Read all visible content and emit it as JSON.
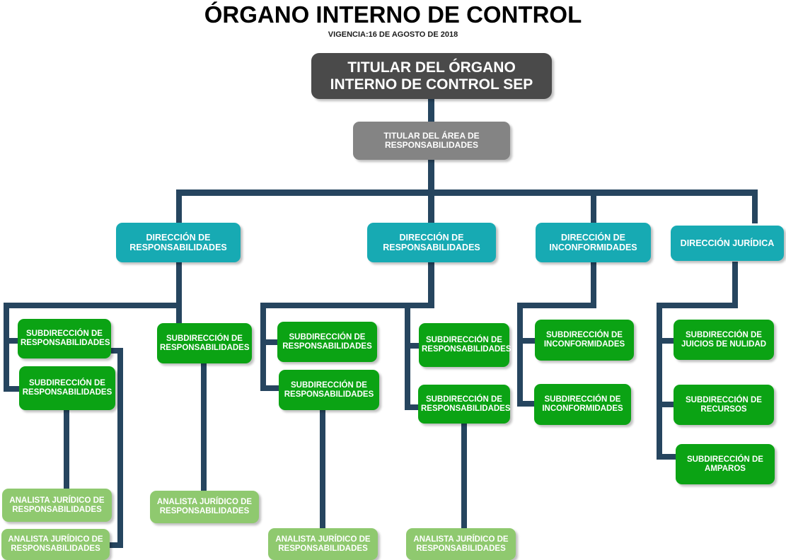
{
  "header": {
    "title": "ÓRGANO INTERNO DE CONTROL",
    "subtitle": "VIGENCIA:16 DE AGOSTO DE 2018"
  },
  "colors": {
    "root": "#4a4a4a",
    "titular": "#848484",
    "direccion": "#17aab3",
    "subdireccion": "#0ba314",
    "analista": "#8fc96f",
    "connector": "#26455f",
    "background": "#ffffff"
  },
  "nodes": {
    "root": {
      "line1": "TITULAR DEL ÓRGANO",
      "line2": "INTERNO DE CONTROL SEP"
    },
    "titular_area": {
      "line1": "TITULAR DEL ÁREA DE",
      "line2": "RESPONSABILIDADES"
    },
    "direcciones": [
      {
        "line1": "DIRECCIÓN DE",
        "line2": "RESPONSABILIDADES"
      },
      {
        "line1": "DIRECCIÓN DE",
        "line2": "RESPONSABILIDADES"
      },
      {
        "line1": "DIRECCIÓN DE",
        "line2": "INCONFORMIDADES"
      },
      {
        "line1": "DIRECCIÓN JURÍDICA",
        "line2": ""
      }
    ],
    "subdirecciones": [
      {
        "line1": "SUBDIRECCIÓN DE",
        "line2": "RESPONSABILIDADES"
      },
      {
        "line1": "SUBDIRECCIÓN DE",
        "line2": "RESPONSABILIDADES"
      },
      {
        "line1": "SUBDIRECCIÓN DE",
        "line2": "RESPONSABILIDADES"
      },
      {
        "line1": "SUBDIRECCIÓN DE",
        "line2": "RESPONSABILIDADES"
      },
      {
        "line1": "SUBDIRECCIÓN DE",
        "line2": "RESPONSABILIDADES"
      },
      {
        "line1": "SUBDIRECCIÓN DE",
        "line2": "RESPONSABILIDADES"
      },
      {
        "line1": "SUBDIRECCIÓN DE",
        "line2": "RESPONSABILIDADES"
      },
      {
        "line1": "SUBDIRECCIÓN DE",
        "line2": "INCONFORMIDADES"
      },
      {
        "line1": "SUBDIRECCIÓN DE",
        "line2": "INCONFORMIDADES"
      },
      {
        "line1": "SUBDIRECCIÓN DE",
        "line2": "JUICIOS DE NULIDAD"
      },
      {
        "line1": "SUBDIRECCIÓN DE",
        "line2": "RECURSOS"
      },
      {
        "line1": "SUBDIRECCIÓN DE",
        "line2": "AMPAROS"
      }
    ],
    "analistas": [
      {
        "line1": "ANALISTA JURÍDICO DE",
        "line2": "RESPONSABILIDADES"
      },
      {
        "line1": "ANALISTA JURÍDICO DE",
        "line2": "RESPONSABILIDADES"
      },
      {
        "line1": "ANALISTA JURÍDICO DE",
        "line2": "RESPONSABILIDADES"
      },
      {
        "line1": "ANALISTA JURÍDICO DE",
        "line2": "RESPONSABILIDADES"
      },
      {
        "line1": "ANALISTA JURÍDICO DE",
        "line2": "RESPONSABILIDADES"
      }
    ]
  }
}
